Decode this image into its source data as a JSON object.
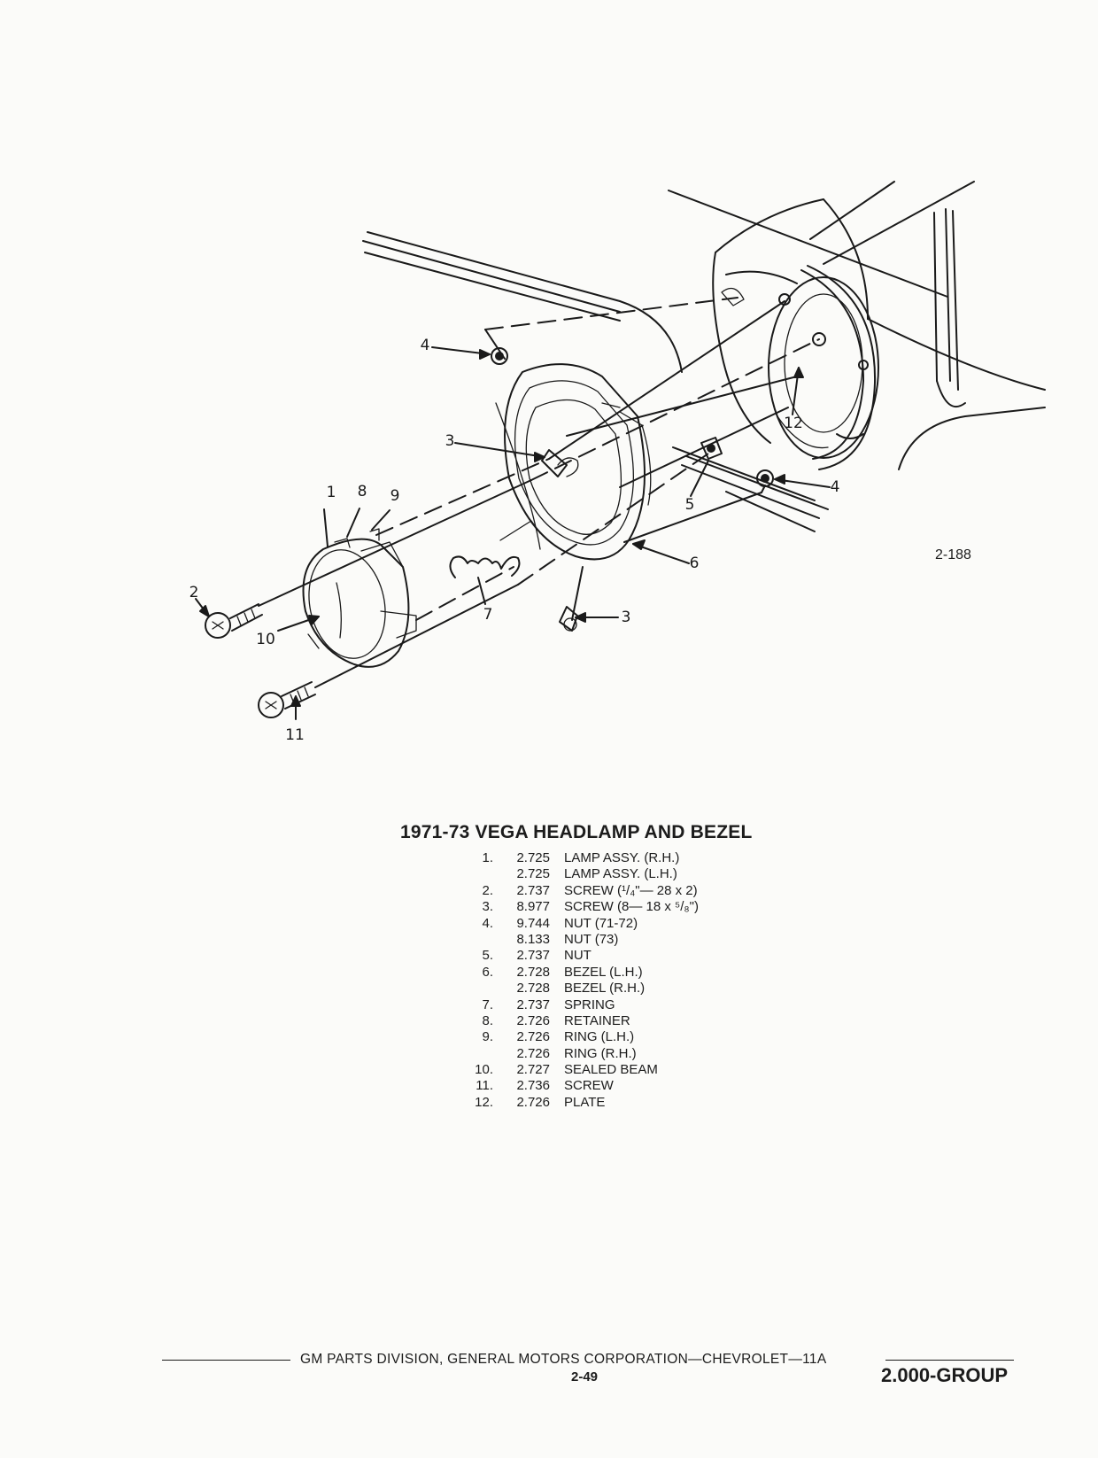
{
  "figure_number": "2-188",
  "callouts": [
    "1",
    "2",
    "3",
    "3",
    "4",
    "4",
    "5",
    "6",
    "7",
    "8",
    "9",
    "10",
    "11",
    "12"
  ],
  "title": "1971-73 VEGA HEADLAMP AND BEZEL",
  "parts": [
    {
      "num": "1.",
      "code": "2.725",
      "desc": "LAMP ASSY. (R.H.)"
    },
    {
      "num": "",
      "code": "2.725",
      "desc": "LAMP ASSY. (L.H.)"
    },
    {
      "num": "2.",
      "code": "2.737",
      "desc": "SCREW (¹/₄\"— 28 x 2)"
    },
    {
      "num": "3.",
      "code": "8.977",
      "desc": "SCREW (8— 18 x ⁵/₈\")"
    },
    {
      "num": "4.",
      "code": "9.744",
      "desc": "NUT (71-72)"
    },
    {
      "num": "",
      "code": "8.133",
      "desc": "NUT (73)"
    },
    {
      "num": "5.",
      "code": "2.737",
      "desc": "NUT"
    },
    {
      "num": "6.",
      "code": "2.728",
      "desc": "BEZEL (L.H.)"
    },
    {
      "num": "",
      "code": "2.728",
      "desc": "BEZEL (R.H.)"
    },
    {
      "num": "7.",
      "code": "2.737",
      "desc": "SPRING"
    },
    {
      "num": "8.",
      "code": "2.726",
      "desc": "RETAINER"
    },
    {
      "num": "9.",
      "code": "2.726",
      "desc": "RING (L.H.)"
    },
    {
      "num": "",
      "code": "2.726",
      "desc": "RING (R.H.)"
    },
    {
      "num": "10.",
      "code": "2.727",
      "desc": "SEALED BEAM"
    },
    {
      "num": "11.",
      "code": "2.736",
      "desc": "SCREW"
    },
    {
      "num": "12.",
      "code": "2.726",
      "desc": "PLATE"
    }
  ],
  "footer": {
    "text": "GM PARTS DIVISION, GENERAL MOTORS CORPORATION—CHEVROLET—11A",
    "page": "2-49",
    "group": "2.000-GROUP"
  }
}
